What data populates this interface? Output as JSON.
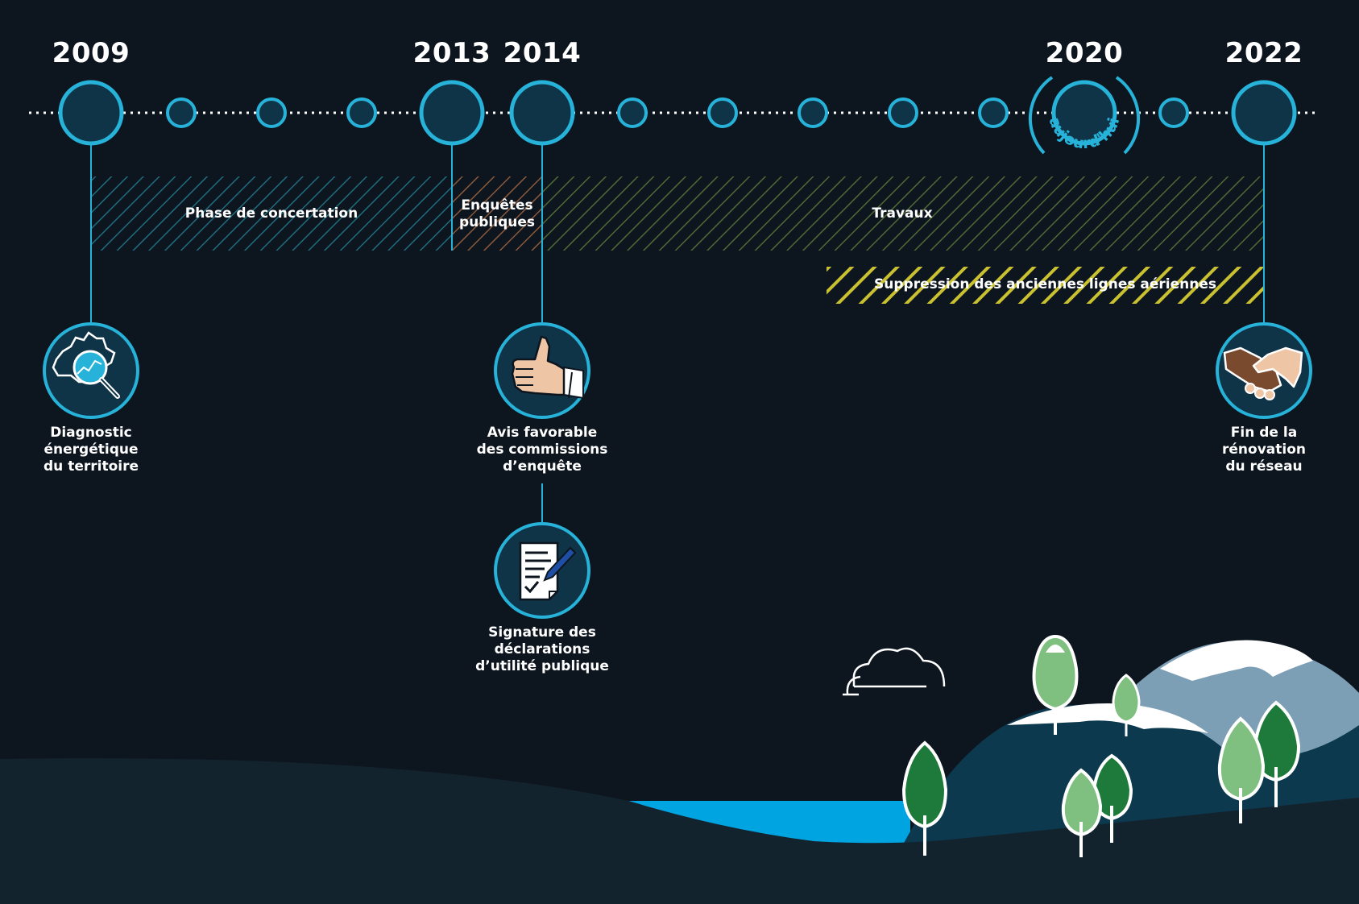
{
  "timeline": {
    "years": [
      "2009",
      "2013",
      "2014",
      "2020",
      "2022"
    ],
    "today_label": "aujourd'hui"
  },
  "phases": {
    "concertation": "Phase de concertation",
    "enquetes_line1": "Enquêtes",
    "enquetes_line2": "publiques",
    "travaux": "Travaux",
    "suppression": "Suppression des anciennes lignes aériennes"
  },
  "milestones": {
    "diagnostic": [
      "Diagnostic",
      "énergétique",
      "du territoire"
    ],
    "avis": [
      "Avis favorable",
      "des commissions",
      "d’enquête"
    ],
    "signature": [
      "Signature des",
      "déclarations",
      "d’utilité publique"
    ],
    "fin": [
      "Fin de la",
      "rénovation",
      "du réseau"
    ]
  },
  "colors": {
    "background": "#0d151f",
    "accent": "#27b3d9",
    "node_fill": "#0f3347",
    "hatch_concertation": "#1f6c7e",
    "hatch_enquetes": "#8a5a3a",
    "hatch_travaux": "#4f6a35",
    "hatch_suppression": "#c9c130",
    "ground": "#13232d",
    "water": "#00a4e0",
    "hill_dark": "#0d394f",
    "hill_light": "#7d9fb5",
    "tree_dark": "#1e7a3a",
    "tree_light": "#7fbf7f"
  },
  "icons": {
    "diagnostic": "map-magnifier-icon",
    "avis": "thumbs-up-icon",
    "signature": "signed-document-icon",
    "fin": "handshake-icon"
  }
}
